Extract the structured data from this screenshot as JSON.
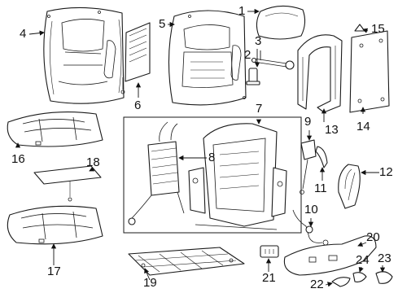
{
  "callouts": {
    "c1": "1",
    "c2": "2",
    "c3": "3",
    "c4": "4",
    "c5": "5",
    "c6": "6",
    "c7": "7",
    "c8": "8",
    "c9": "9",
    "c10": "10",
    "c11": "11",
    "c12": "12",
    "c13": "13",
    "c14": "14",
    "c15": "15",
    "c16": "16",
    "c17": "17",
    "c18": "18",
    "c19": "19",
    "c20": "20",
    "c21": "21",
    "c22": "22",
    "c23": "23",
    "c24": "24"
  },
  "colors": {
    "line": "#1a1a1a",
    "background": "#ffffff"
  }
}
